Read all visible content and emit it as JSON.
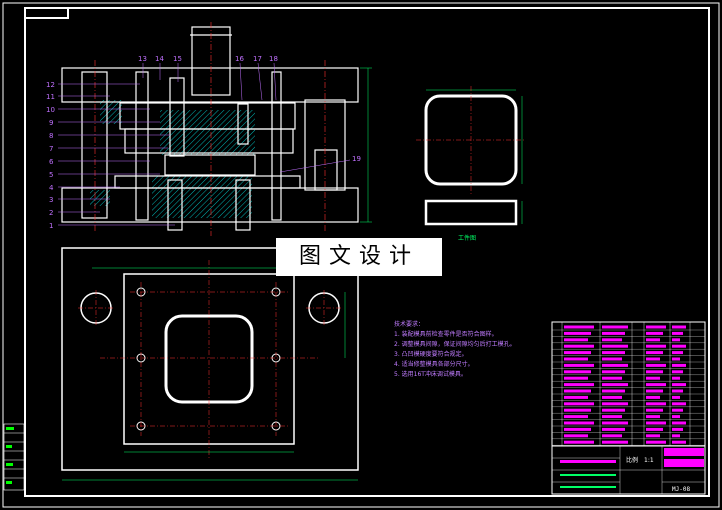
{
  "watermark": "图文设计",
  "section_caption": "工件图",
  "part_numbers": [
    "1",
    "2",
    "3",
    "4",
    "5",
    "6",
    "7",
    "8",
    "9",
    "10",
    "11",
    "12",
    "13",
    "14",
    "15",
    "16",
    "17",
    "18",
    "19"
  ],
  "tech_notes": {
    "title": "技术要求：",
    "items": [
      "1. 装配模具前检查零件是否符合图样。",
      "2. 调整模具间隙，保证间隙均匀后打工模孔。",
      "3. 凸凹模硬度要符合规定。",
      "4. 适当修整模具各部分尺寸。",
      "5. 选用16T冲床调试模具。"
    ]
  },
  "title_block": {
    "scale_label": "比例",
    "scale_value": "1:1",
    "drawing_no": "MJ-08"
  },
  "colors": {
    "background": "#000000",
    "outline": "#ffffff",
    "centerline": "#ff3030",
    "dimension": "#00ff66",
    "leader": "#c070ff",
    "hatch": "#00b4b4",
    "notes": "#c07cff",
    "highlight": "#ff00ff"
  }
}
